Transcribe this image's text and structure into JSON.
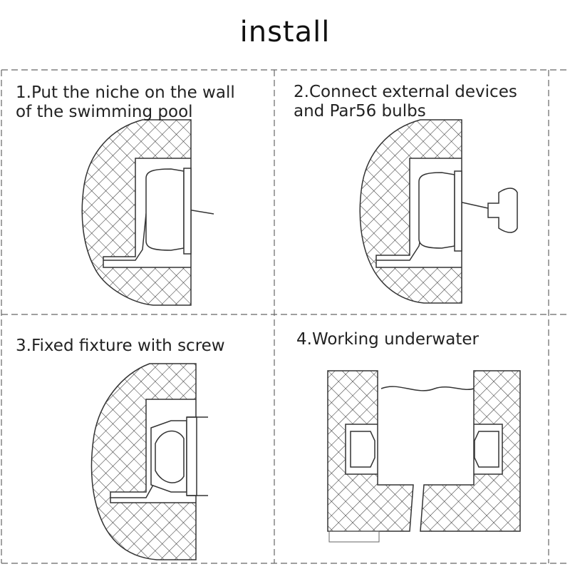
{
  "title": "install",
  "steps": [
    {
      "line1": "1.Put the niche on the wall",
      "line2": "of the swimming pool"
    },
    {
      "line1": "2.Connect external devices",
      "line2": "and Par56 bulbs"
    },
    {
      "line1": "3.Fixed fixture with screw"
    },
    {
      "line1": "4.Working underwater"
    }
  ],
  "colors": {
    "line": "#333333",
    "divider": "#666666",
    "background": "#ffffff"
  }
}
